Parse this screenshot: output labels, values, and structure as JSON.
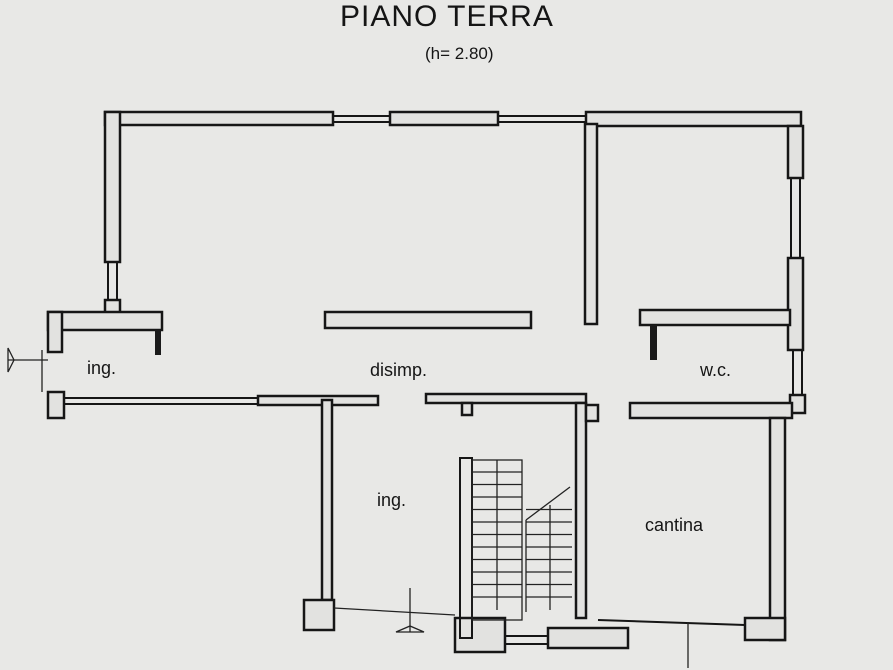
{
  "header": {
    "title": "PIANO TERRA",
    "height_note": "(h= 2.80)"
  },
  "rooms": [
    {
      "id": "ing-left",
      "label": "ing."
    },
    {
      "id": "disimp",
      "label": "disimp."
    },
    {
      "id": "wc",
      "label": "w.c."
    },
    {
      "id": "ing-center",
      "label": "ing."
    },
    {
      "id": "cantina",
      "label": "cantina"
    }
  ]
}
